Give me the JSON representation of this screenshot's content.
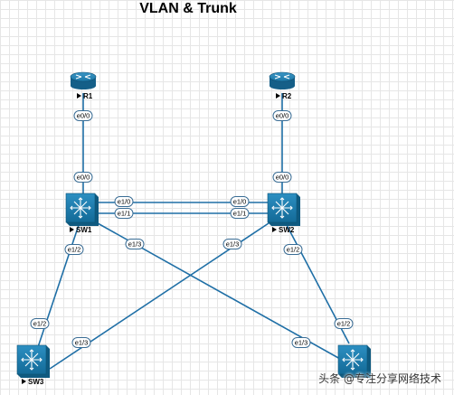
{
  "title": "VLAN & Trunk",
  "devices": {
    "r1": {
      "label": "R1",
      "type": "router"
    },
    "r2": {
      "label": "R2",
      "type": "router"
    },
    "sw1": {
      "label": "SW1",
      "type": "switch"
    },
    "sw2": {
      "label": "SW2",
      "type": "switch"
    },
    "sw3": {
      "label": "SW3",
      "type": "switch"
    },
    "sw4": {
      "label": "",
      "type": "switch"
    }
  },
  "ports": {
    "r1_e00": "e0/0",
    "sw1_e00": "e0/0",
    "r2_e00": "e0/0",
    "sw2_e00": "e0/0",
    "sw1_e10": "e1/0",
    "sw1_e11": "e1/1",
    "sw2_e10": "e1/0",
    "sw2_e11": "e1/1",
    "sw1_e12": "e1/2",
    "sw1_e13": "e1/3",
    "sw2_e13": "e1/3",
    "sw2_e12": "e1/2",
    "sw3_e12": "e1/2",
    "sw3_e13": "e1/3",
    "sw4_e12": "e1/2",
    "sw4_e13": "e1/3"
  },
  "links": [
    {
      "from": "R1 e0/0",
      "to": "SW1 e0/0"
    },
    {
      "from": "R2 e0/0",
      "to": "SW2 e0/0"
    },
    {
      "from": "SW1 e1/0",
      "to": "SW2 e1/0"
    },
    {
      "from": "SW1 e1/1",
      "to": "SW2 e1/1"
    },
    {
      "from": "SW1 e1/2",
      "to": "SW3 e1/2"
    },
    {
      "from": "SW1 e1/3",
      "to": "SW4 e1/3"
    },
    {
      "from": "SW2 e1/3",
      "to": "SW3 e1/3"
    },
    {
      "from": "SW2 e1/2",
      "to": "SW4 e1/2"
    }
  ],
  "colors": {
    "link": "#1f6fa6",
    "device": "#1877a8",
    "router": "#1a6f9a"
  },
  "icons": {
    "router": "router-icon",
    "switch": "multilayer-switch-icon"
  },
  "watermark": "头条 @专注分享网络技术"
}
